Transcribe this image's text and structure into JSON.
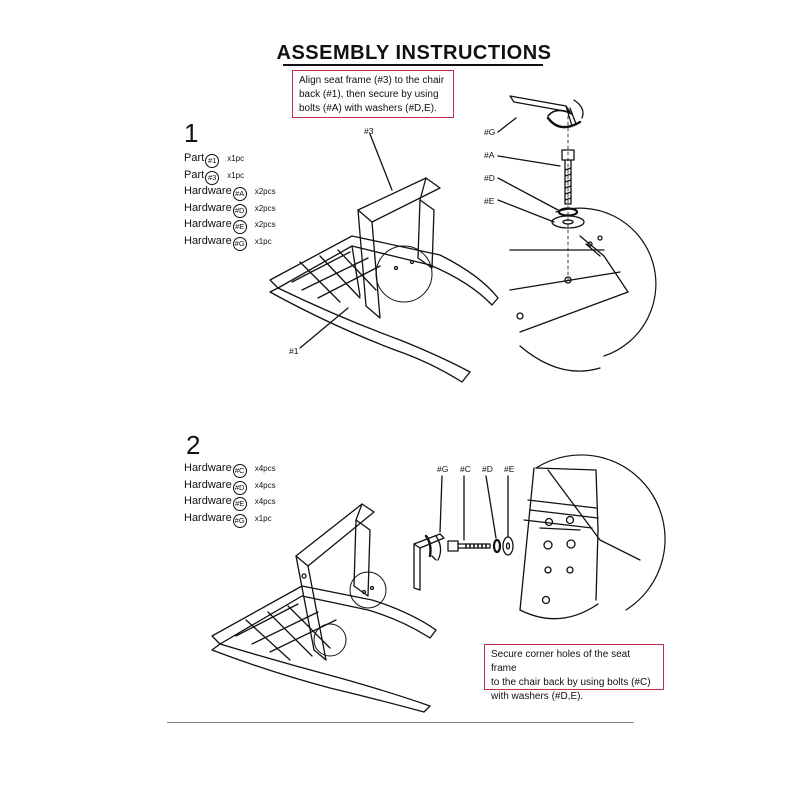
{
  "page": {
    "title": "ASSEMBLY  INSTRUCTIONS"
  },
  "step1": {
    "number": "1",
    "note": [
      "Align seat frame (#3) to the chair",
      "back (#1), then secure by using",
      "bolts (#A) with washers (#D,E)."
    ],
    "parts": [
      {
        "name": "Part",
        "code": "#1",
        "qty": "x1pc"
      },
      {
        "name": "Part",
        "code": "#3",
        "qty": "x1pc"
      },
      {
        "name": "Hardware",
        "code": "#A",
        "qty": "x2pcs"
      },
      {
        "name": "Hardware",
        "code": "#D",
        "qty": "x2pcs"
      },
      {
        "name": "Hardware",
        "code": "#E",
        "qty": "x2pcs"
      },
      {
        "name": "Hardware",
        "code": "#G",
        "qty": "x1pc"
      }
    ],
    "labels": {
      "seat_frame": "#3",
      "chair_back": "#1",
      "allen_key": "#G",
      "bolt": "#A",
      "washer_d": "#D",
      "washer_e": "#E"
    }
  },
  "step2": {
    "number": "2",
    "note": [
      "Secure corner holes of the seat frame",
      "to the chair back by using bolts (#C)",
      "with washers (#D,E)."
    ],
    "parts": [
      {
        "name": "Hardware",
        "code": "#C",
        "qty": "x4pcs"
      },
      {
        "name": "Hardware",
        "code": "#D",
        "qty": "x4pcs"
      },
      {
        "name": "Hardware",
        "code": "#E",
        "qty": "x4pcs"
      },
      {
        "name": "Hardware",
        "code": "#G",
        "qty": "x1pc"
      }
    ],
    "labels": {
      "allen_key": "#G",
      "bolt": "#C",
      "washer_d": "#D",
      "washer_e": "#E"
    }
  },
  "colors": {
    "note_border": "#c0304a",
    "ink": "#111111"
  }
}
